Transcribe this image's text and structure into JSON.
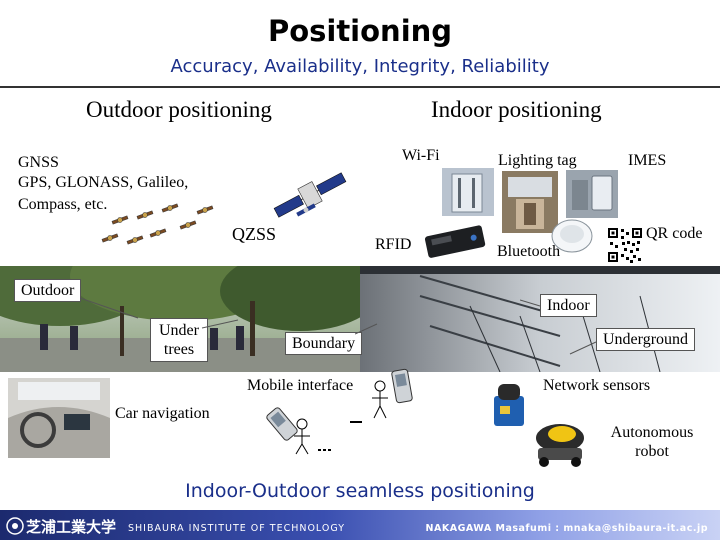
{
  "slide": {
    "title": "Positioning",
    "subtitle": "Accuracy, Availability, Integrity, Reliability"
  },
  "outdoor": {
    "heading": "Outdoor positioning",
    "gnss_label": "GNSS",
    "gnss_systems": "GPS, GLONASS, Galileo,",
    "gnss_more": "Compass, etc.",
    "qzss_label": "QZSS"
  },
  "indoor": {
    "heading": "Indoor positioning",
    "wifi_label": "Wi-Fi",
    "lighting_tag_label": "Lighting tag",
    "imes_label": "IMES",
    "rfid_label": "RFID",
    "bluetooth_label": "Bluetooth",
    "qr_label": "QR code"
  },
  "environments": {
    "outdoor_label": "Outdoor",
    "under_trees_line1": "Under",
    "under_trees_line2": "trees",
    "boundary_label": "Boundary",
    "indoor_label": "Indoor",
    "underground_label": "Underground"
  },
  "interfaces": {
    "mobile_interface_label": "Mobile interface",
    "car_navigation_label": "Car navigation",
    "network_sensors_label": "Network sensors",
    "autonomous_line1": "Autonomous",
    "autonomous_line2": "robot"
  },
  "footer": {
    "seamless_label": "Indoor-Outdoor seamless positioning",
    "logo_text": "芝浦工業大学",
    "institute": "SHIBAURA INSTITUTE OF TECHNOLOGY",
    "author": "NAKAGAWA Masafumi : mnaka@shibaura-it.ac.jp"
  },
  "colors": {
    "subtitle_blue": "#1a2f8a",
    "footer_dark": "#1c2a6e",
    "footer_light": "#c9d2f5"
  }
}
